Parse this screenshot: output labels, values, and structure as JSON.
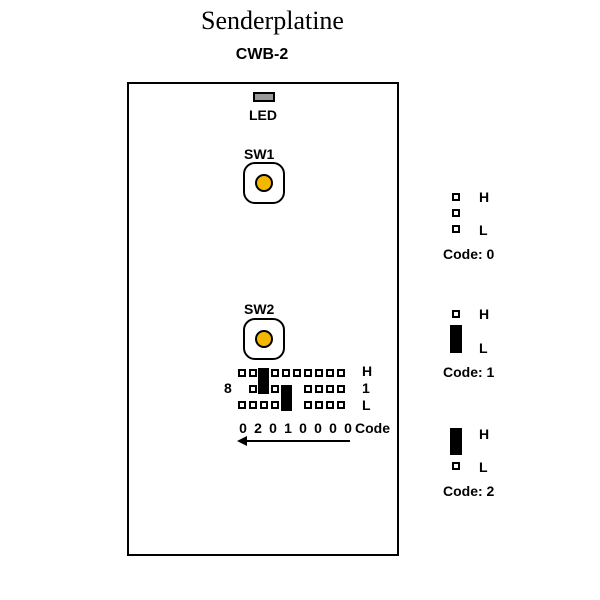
{
  "title": "Senderplatine",
  "subtitle": "CWB-2",
  "board": {
    "led_label": "LED",
    "sw1_label": "SW1",
    "sw2_label": "SW2",
    "row_labels": [
      "H",
      "1",
      "L"
    ],
    "left_label": "8",
    "code_digits": [
      "0",
      "2",
      "0",
      "1",
      "0",
      "0",
      "0",
      "0"
    ],
    "code_label": "Code"
  },
  "legend": [
    {
      "top_label": "H",
      "bottom_label": "L",
      "caption": "Code: 0"
    },
    {
      "top_label": "H",
      "bottom_label": "L",
      "caption": "Code: 1"
    },
    {
      "top_label": "H",
      "bottom_label": "L",
      "caption": "Code: 2"
    }
  ],
  "colors": {
    "button_dot": "#f5b800",
    "led": "#999999"
  }
}
